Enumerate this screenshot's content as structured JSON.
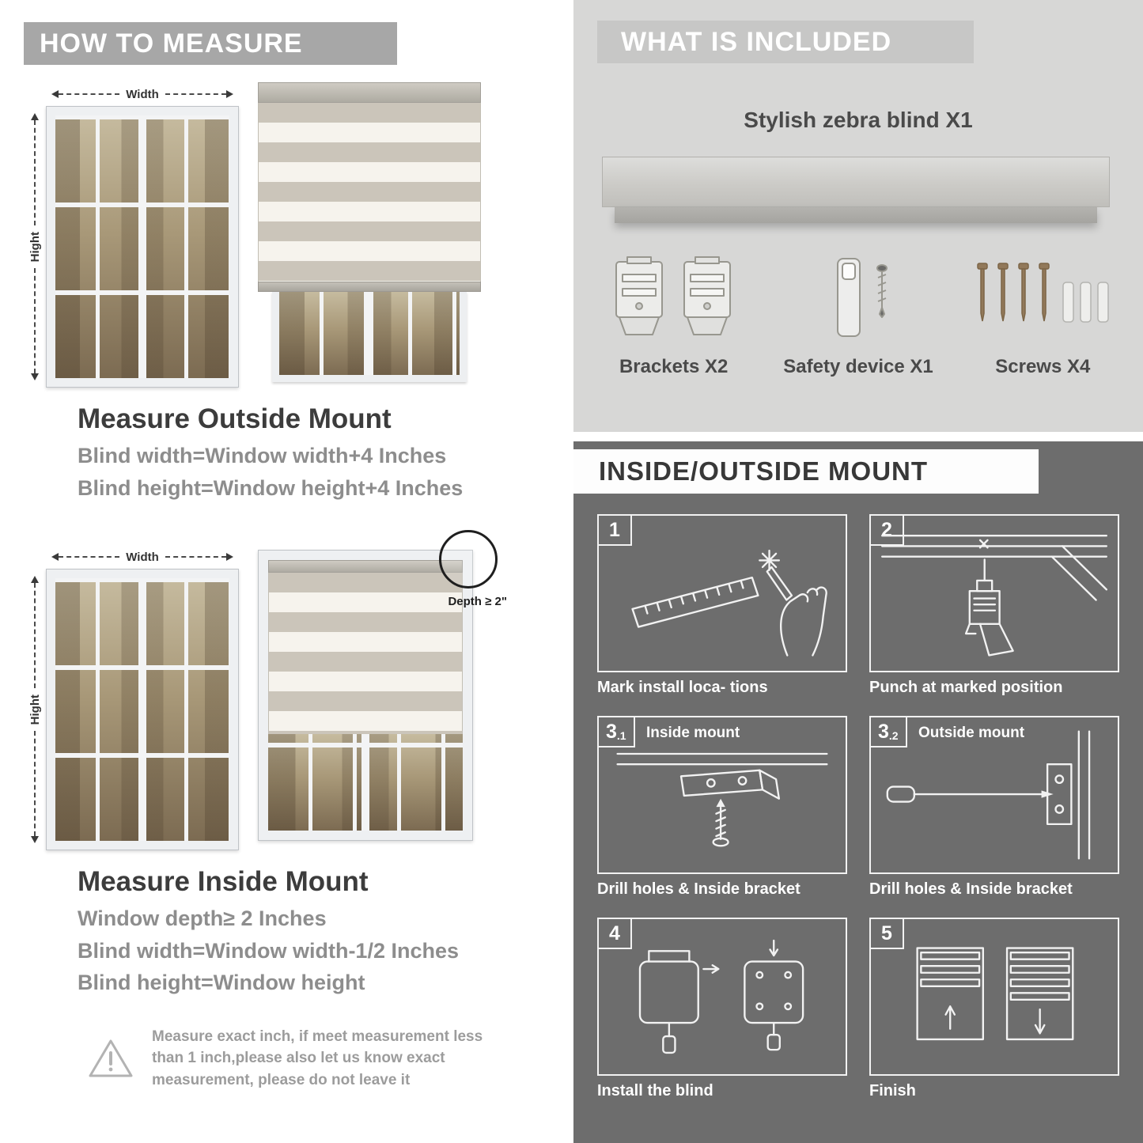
{
  "left": {
    "header": "HOW TO MEASURE",
    "measure_labels": {
      "width": "Width",
      "height": "Hight"
    },
    "outside_mount": {
      "title": "Measure Outside Mount",
      "lines": [
        "Blind width=Window width+4 Inches",
        "Blind height=Window height+4 Inches"
      ]
    },
    "inside_mount": {
      "title": "Measure Inside Mount",
      "lines": [
        "Window depth≥ 2 Inches",
        "Blind width=Window width-1/2 Inches",
        "Blind height=Window height"
      ],
      "depth_label": "Depth ≥ 2\""
    },
    "warning_text": "Measure exact inch, if meet measurement less than 1 inch,please also let us know exact measurement, please do not leave it"
  },
  "included": {
    "header": "WHAT IS INCLUDED",
    "blind_label": "Stylish zebra blind X1",
    "items": [
      {
        "label": "Brackets X2",
        "icon": "bracket-icon"
      },
      {
        "label": "Safety device X1",
        "icon": "safety-device-icon"
      },
      {
        "label": "Screws X4",
        "icon": "screw-icon"
      }
    ]
  },
  "mount": {
    "header": "INSIDE/OUTSIDE MOUNT",
    "steps": [
      {
        "num": "1",
        "sub": "",
        "title": "",
        "caption": "Mark install loca- tions",
        "icon": "ruler-pencil-icon"
      },
      {
        "num": "2",
        "sub": "",
        "title": "",
        "caption": "Punch at  marked position",
        "icon": "drill-icon"
      },
      {
        "num": "3",
        "sub": ".1",
        "title": "Inside mount",
        "caption": "Drill holes &  Inside bracket",
        "icon": "bracket-screw-icon"
      },
      {
        "num": "3",
        "sub": ".2",
        "title": "Outside mount",
        "caption": "Drill holes &  Inside bracket",
        "icon": "bracket-driver-icon"
      },
      {
        "num": "4",
        "sub": "",
        "title": "",
        "caption": "Install the blind",
        "icon": "install-blind-icon"
      },
      {
        "num": "5",
        "sub": "",
        "title": "",
        "caption": "Finish",
        "icon": "finished-blind-icon"
      }
    ]
  },
  "colors": {
    "howto_bar": "#a7a7a7",
    "included_bg": "#d7d7d6",
    "included_bar": "#c7c7c6",
    "dark_section": "#6d6d6d",
    "heading_text": "#3c3c3c",
    "body_text": "#8d8d8d"
  }
}
